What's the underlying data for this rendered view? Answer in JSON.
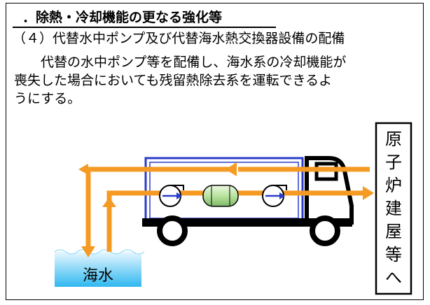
{
  "heading": {
    "prefix": "．",
    "title": "除熱・冷却機能の更なる強化等"
  },
  "body": {
    "line1": "（４）代替水中ポンプ及び代替海水熱交換器設備の配備",
    "line2": "代替の水中ポンプ等を配備し、海水系の冷却機能が",
    "line3": "喪失した場合においても残留熱除去系を運転できるよ",
    "line4": "うにする。"
  },
  "diagram": {
    "building_label_chars": [
      "原",
      "子",
      "炉",
      "建",
      "屋",
      "等",
      "へ"
    ],
    "seawater_label": "海水",
    "colors": {
      "flow": "#f59a23",
      "truck_body": "#2a3cc8",
      "truck_body_inner": "#dce8f8",
      "heat_exchanger": "#b9e3a0",
      "pump_arrow": "#2a3cc8",
      "sea_top": "#e8f7ff",
      "sea_bottom": "#2fb8f0"
    }
  }
}
